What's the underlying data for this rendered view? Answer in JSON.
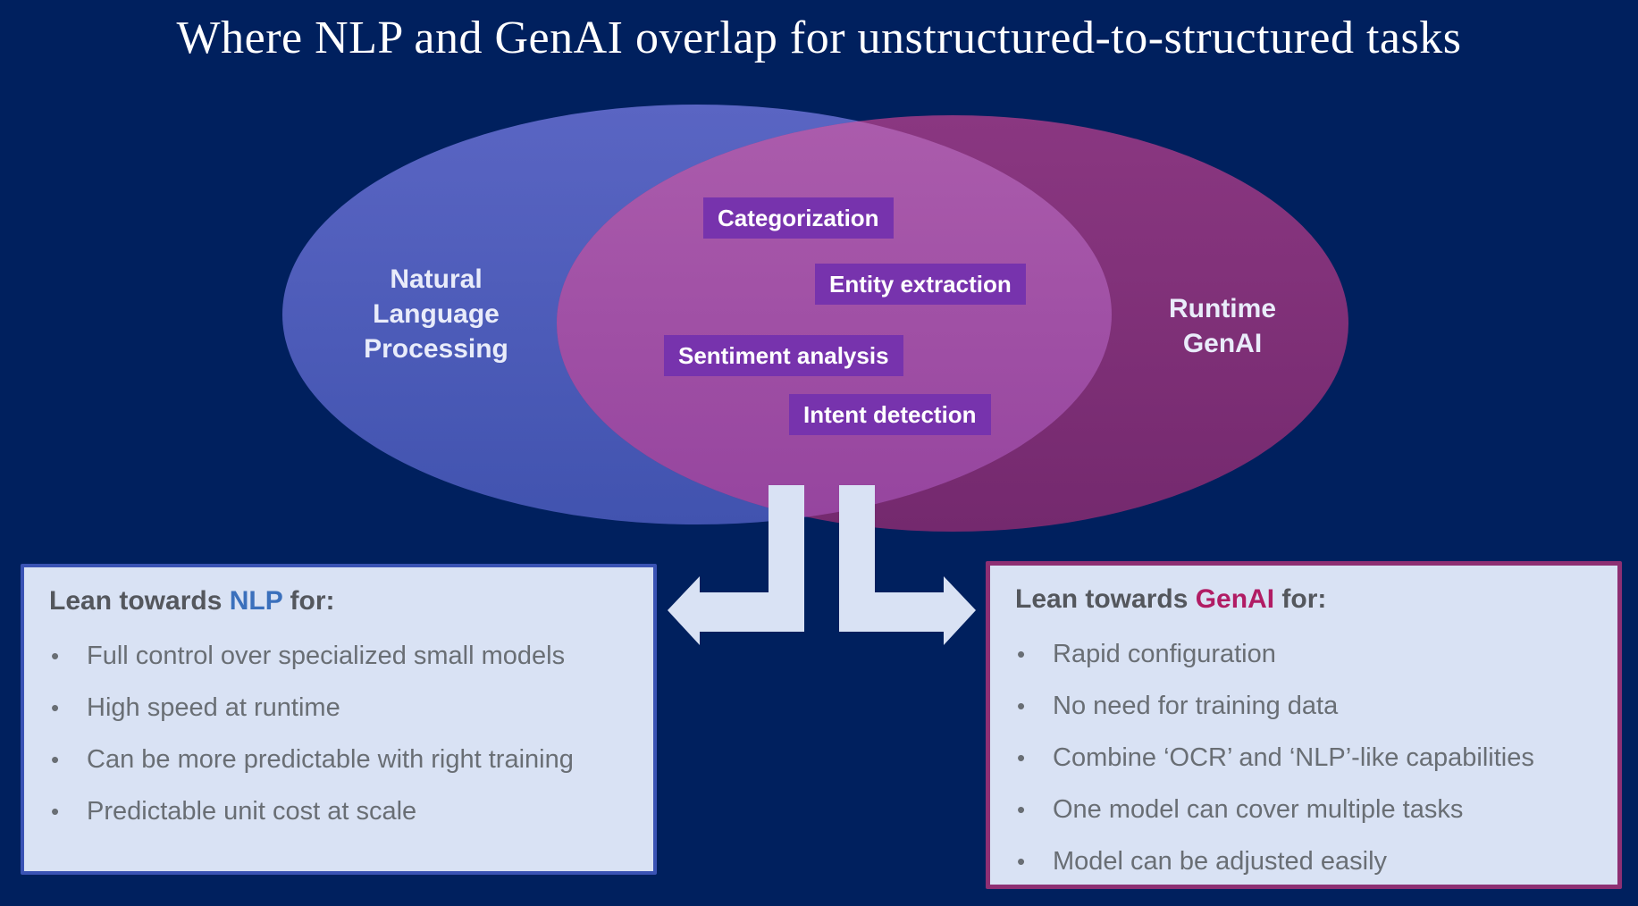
{
  "bullet_char": "•",
  "title": "Where NLP and GenAI overlap for unstructured-to-structured tasks",
  "venn": {
    "left_circle_label": "Natural\nLanguage\nProcessing",
    "right_circle_label": "Runtime\nGenAI",
    "overlap_items": [
      "Categorization",
      "Entity extraction",
      "Sentiment analysis",
      "Intent detection"
    ],
    "left_circle_color": "#4e59bc",
    "right_circle_color": "#7e2f78",
    "overlap_color": "#a051a6",
    "item_pill_color": "#7733ad"
  },
  "arrows": {
    "color": "#d9e2f4"
  },
  "background_color": "#00205e",
  "boxes": {
    "nlp": {
      "heading_prefix": "Lean towards ",
      "heading_accent": "NLP",
      "heading_suffix": " for:",
      "accent_color": "#3b70bc",
      "border_color": "#3a53b4",
      "panel_background": "#d9e2f4",
      "bullets": [
        "Full control over specialized small models",
        "High speed at runtime",
        "Can be more predictable with right training",
        "Predictable unit cost at scale"
      ]
    },
    "genai": {
      "heading_prefix": "Lean towards ",
      "heading_accent": "GenAI",
      "heading_suffix": " for:",
      "accent_color": "#b11c64",
      "border_color": "#8e2f73",
      "panel_background": "#d9e2f4",
      "bullets": [
        "Rapid configuration",
        "No need for training data",
        "Combine ‘OCR’ and ‘NLP’-like capabilities",
        "One model can cover multiple tasks",
        "Model can be adjusted easily"
      ]
    }
  }
}
